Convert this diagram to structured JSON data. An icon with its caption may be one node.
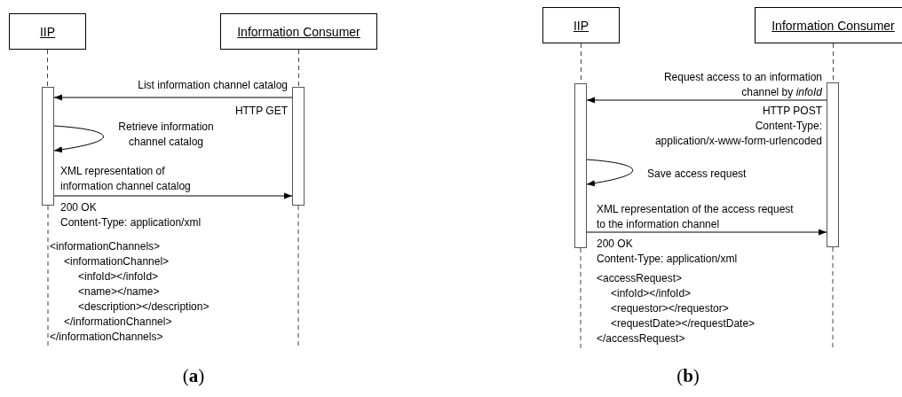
{
  "diagram": {
    "nodes": [
      {
        "text": [
          "IIP"
        ]
      },
      {
        "text": [
          "Information Consumer"
        ]
      },
      {
        "text": [],
        "shape": "bar"
      },
      {
        "text": [],
        "shape": "bar"
      },
      {
        "text": [
          "IIP"
        ]
      },
      {
        "text": [
          "Information Consumer"
        ]
      },
      {
        "text": [],
        "shape": "bar"
      },
      {
        "text": [],
        "shape": "bar"
      }
    ],
    "edges": [
      {
        "from": 3,
        "to": 2,
        "arrow": "to",
        "label": "List information channel catalog"
      },
      {
        "from": 2,
        "to": 2,
        "arrow": "to",
        "label": "Retrieve information channel catalog"
      },
      {
        "from": 2,
        "to": 3,
        "arrow": "to",
        "label": "XML representation of information channel catalog"
      },
      {
        "from": 7,
        "to": 6,
        "arrow": "to",
        "label": "Request access to an information channel by *infoId*"
      },
      {
        "from": 6,
        "to": 6,
        "arrow": "to",
        "label": "Save access request"
      },
      {
        "from": 6,
        "to": 7,
        "arrow": "to",
        "label": "XML representation of the access request to the information channel"
      },
      {
        "from": 0,
        "to": 2,
        "arrow": "none",
        "style": "dashed"
      },
      {
        "from": 2,
        "to": null,
        "arrow": "none",
        "style": "dashed"
      },
      {
        "from": 1,
        "to": 3,
        "arrow": "none",
        "style": "dashed"
      },
      {
        "from": 3,
        "to": null,
        "arrow": "none",
        "style": "dashed"
      },
      {
        "from": 4,
        "to": 6,
        "arrow": "none",
        "style": "dashed"
      },
      {
        "from": 6,
        "to": null,
        "arrow": "none",
        "style": "dashed"
      },
      {
        "from": 5,
        "to": 7,
        "arrow": "none",
        "style": "dashed"
      },
      {
        "from": 7,
        "to": null,
        "arrow": "none",
        "style": "dashed"
      }
    ],
    "labels": [
      "HTTP GET",
      "200 OK",
      "Content-Type: application/xml",
      "<informationChannels>",
      "<informationChannel>",
      "<infoId></infoId>",
      "<name></name>",
      "<description></description>",
      "</informationChannel>",
      "</informationChannels>",
      "(**a**)",
      "HTTP POST",
      "Content-Type: application/x-www-form-urlencoded",
      "200 OK",
      "Content-Type: application/xml",
      "<accessRequest>",
      "<infoId></infoId>",
      "<requestor></requestor>",
      "<requestDate></requestDate>",
      "</accessRequest>",
      "(**b**)"
    ]
  }
}
